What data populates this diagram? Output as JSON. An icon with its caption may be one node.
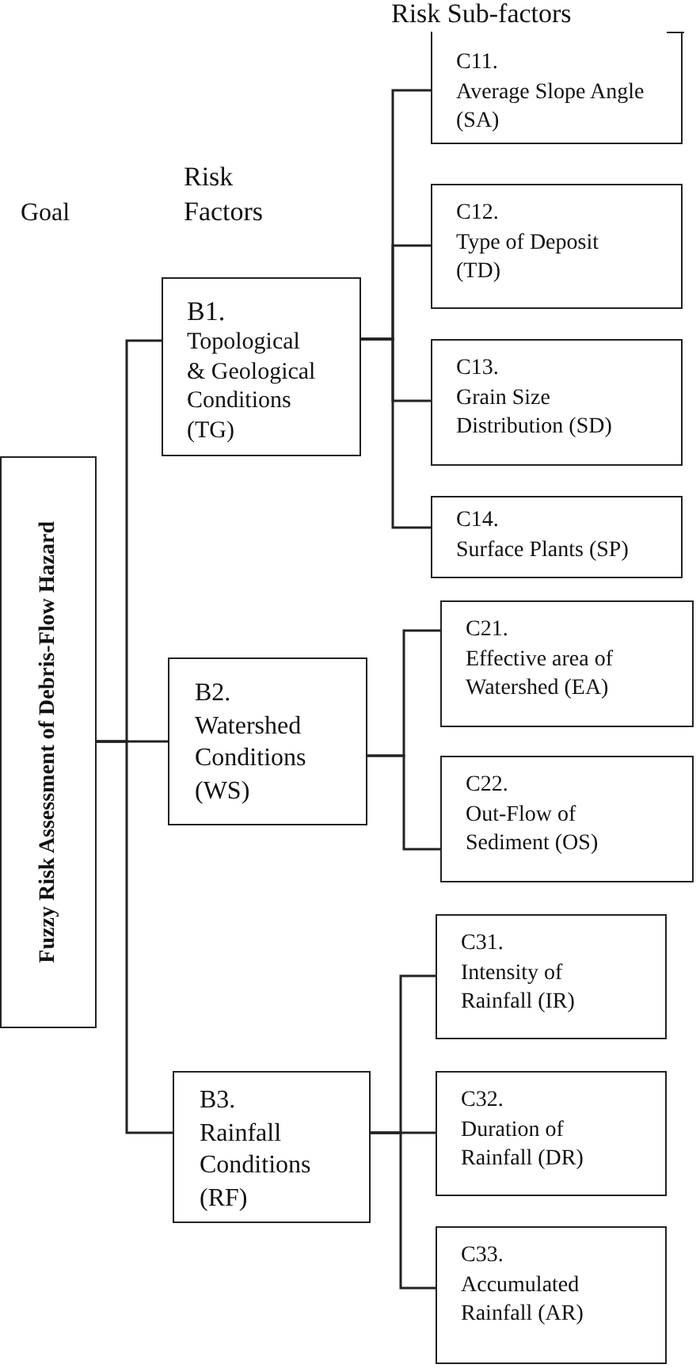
{
  "diagram": {
    "nodes": [
      {
        "text": [
          "Fuzzy Risk Assessment of Debris-Flow Hazard"
        ]
      },
      {
        "text": [
          "B1.",
          "Topological & Geological Conditions (TG)"
        ]
      },
      {
        "text": [
          "C11.",
          "Average Slope Angle (SA)"
        ]
      },
      {
        "text": [
          "C12.",
          "Type of Deposit (TD)"
        ]
      },
      {
        "text": [
          "C13.",
          "Grain Size Distribution (SD)"
        ]
      },
      {
        "text": [
          "C14.",
          "Surface Plants (SP)"
        ]
      },
      {
        "text": [
          "B2.",
          "Watershed Conditions (WS)"
        ]
      },
      {
        "text": [
          "C21.",
          "Effective area of Watershed (EA)"
        ]
      },
      {
        "text": [
          "C22.",
          "Out-Flow of Sediment (OS)"
        ]
      },
      {
        "text": [
          "B3.",
          "Rainfall Conditions (RF)"
        ]
      },
      {
        "text": [
          "C31.",
          "Intensity of Rainfall (IR)"
        ]
      },
      {
        "text": [
          "C32.",
          "Duration of Rainfall (DR)"
        ]
      },
      {
        "text": [
          "C33.",
          "Accumulated Rainfall (AR)"
        ]
      }
    ],
    "edges": [
      {
        "from": 0,
        "to": 1,
        "arrow": "none"
      },
      {
        "from": 1,
        "to": 2,
        "arrow": "none"
      },
      {
        "from": 1,
        "to": 3,
        "arrow": "none"
      },
      {
        "from": 1,
        "to": 4,
        "arrow": "none"
      },
      {
        "from": 1,
        "to": 5,
        "arrow": "none"
      },
      {
        "from": 0,
        "to": 6,
        "arrow": "none"
      },
      {
        "from": 6,
        "to": 7,
        "arrow": "none"
      },
      {
        "from": 6,
        "to": 8,
        "arrow": "none"
      },
      {
        "from": 0,
        "to": 9,
        "arrow": "none"
      },
      {
        "from": 9,
        "to": 10,
        "arrow": "none"
      },
      {
        "from": 9,
        "to": 11,
        "arrow": "none"
      },
      {
        "from": 9,
        "to": 12,
        "arrow": "none"
      }
    ],
    "labels": [
      "Risk Sub-factors",
      "Goal",
      "Risk Factors"
    ]
  }
}
